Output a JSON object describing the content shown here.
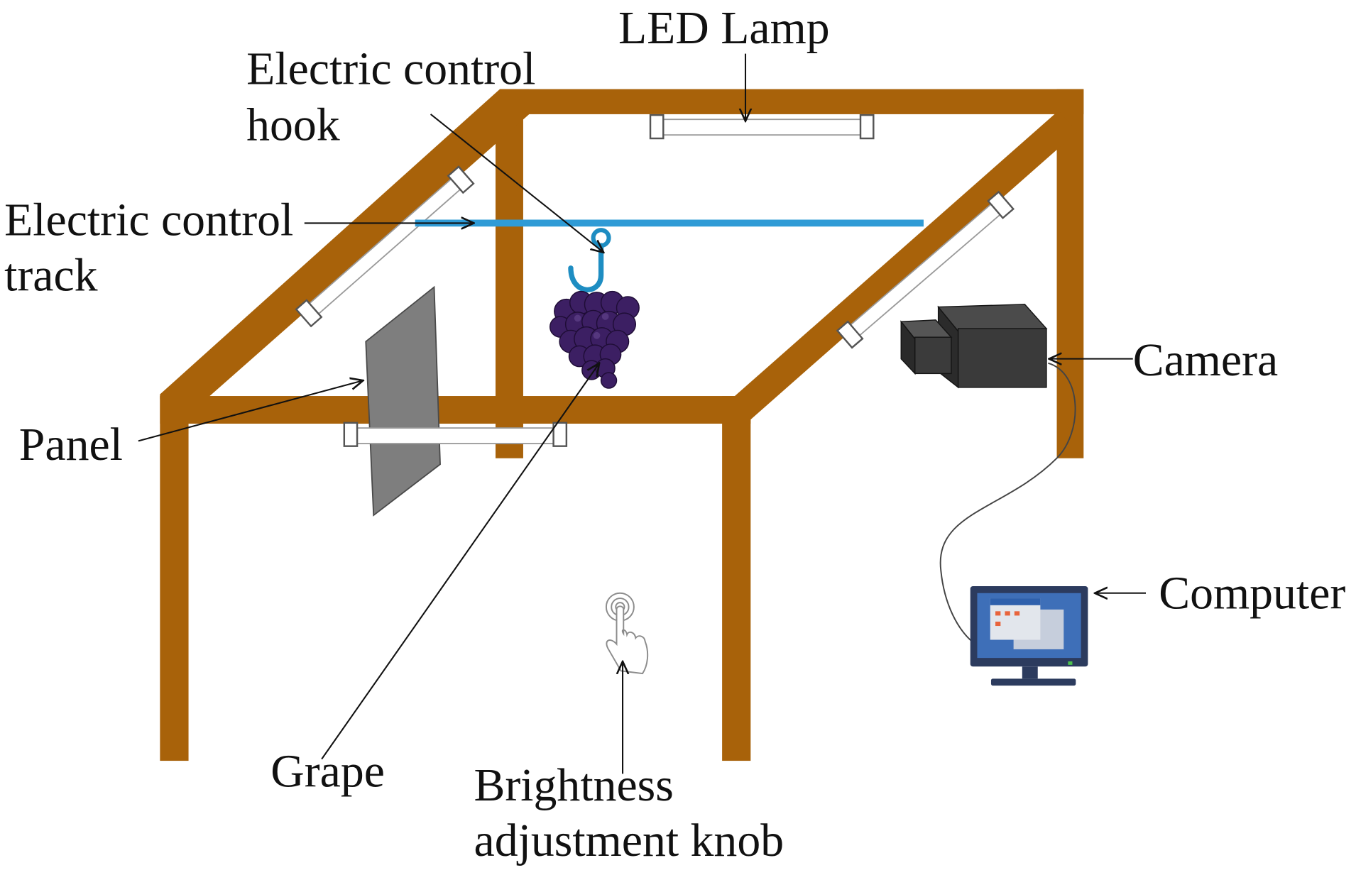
{
  "labels": {
    "led_lamp": "LED Lamp",
    "hook": [
      "Electric control",
      "hook"
    ],
    "track": [
      "Electric control",
      "track"
    ],
    "panel": "Panel",
    "camera": "Camera",
    "computer": "Computer",
    "grape": "Grape",
    "knob": [
      "Brightness",
      "adjustment knob"
    ]
  },
  "colors": {
    "frame": "#a8620a",
    "track": "#2f9bd6",
    "hook": "#1e8dc2",
    "grape": "#3c1f63",
    "panel": "#7e7e7e",
    "camera": "#3a3a3a",
    "monitor": "#2c3b5e",
    "screen": "#3e6fb8"
  },
  "icons": [
    "led-lamp-icon",
    "hook-icon",
    "grape-icon",
    "camera-icon",
    "computer-icon",
    "brightness-knob-icon"
  ]
}
